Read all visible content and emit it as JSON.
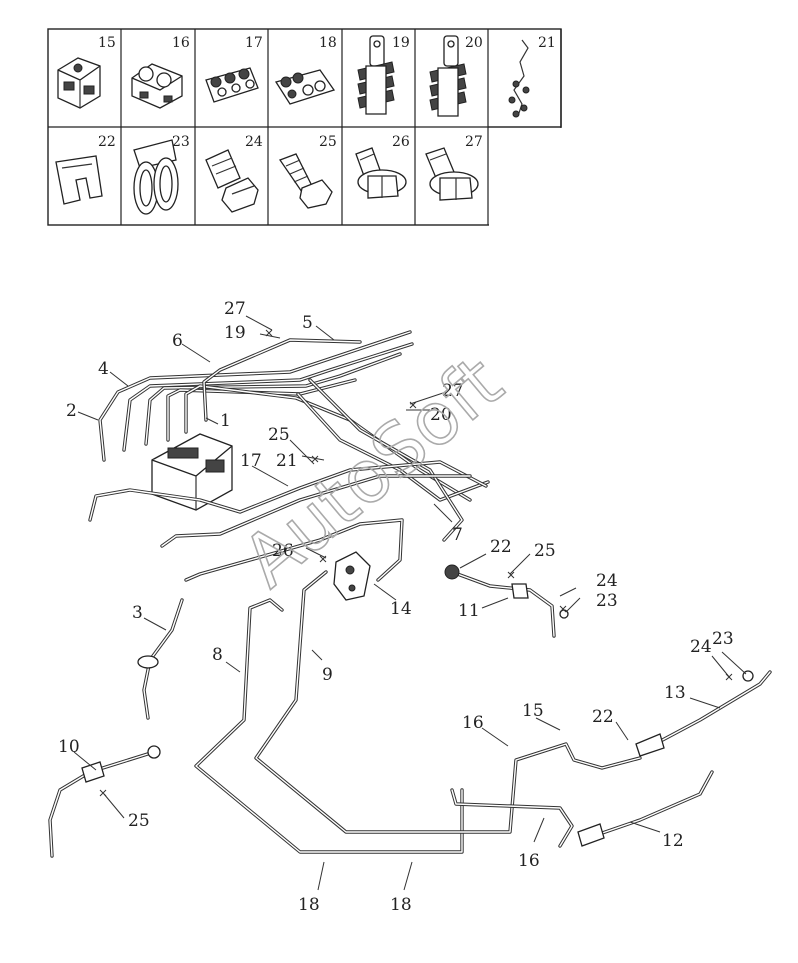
{
  "legend": {
    "cells": [
      {
        "num": "15",
        "icon": "clip-block-icon"
      },
      {
        "num": "16",
        "icon": "double-clip-icon"
      },
      {
        "num": "17",
        "icon": "triple-clip-icon"
      },
      {
        "num": "18",
        "icon": "quad-clip-icon"
      },
      {
        "num": "19",
        "icon": "bracket-clip-icon"
      },
      {
        "num": "20",
        "icon": "bracket-clip-icon"
      },
      {
        "num": "21",
        "icon": "wire-clip-icon"
      },
      {
        "num": "22",
        "icon": "retainer-plate-icon"
      },
      {
        "num": "23",
        "icon": "washer-icon"
      },
      {
        "num": "24",
        "icon": "banjo-bolt-icon"
      },
      {
        "num": "25",
        "icon": "bolt-icon"
      },
      {
        "num": "26",
        "icon": "flange-bolt-icon"
      },
      {
        "num": "27",
        "icon": "flange-bolt-icon"
      }
    ]
  },
  "callouts": {
    "c1": "1",
    "c2": "2",
    "c3": "3",
    "c4": "4",
    "c5": "5",
    "c6": "6",
    "c7": "7",
    "c8": "8",
    "c9": "9",
    "c10": "10",
    "c11": "11",
    "c12": "12",
    "c13": "13",
    "c14": "14",
    "c15": "15",
    "c16a": "16",
    "c16b": "16",
    "c17": "17",
    "c18a": "18",
    "c18b": "18",
    "c19": "19",
    "c20": "20",
    "c21": "21",
    "c22a": "22",
    "c22b": "22",
    "c23a": "23",
    "c23b": "23",
    "c24a": "24",
    "c24b": "24",
    "c25a": "25",
    "c25b": "25",
    "c25c": "25",
    "c26": "26",
    "c27a": "27",
    "c27b": "27"
  },
  "watermark": "AutoSoft"
}
